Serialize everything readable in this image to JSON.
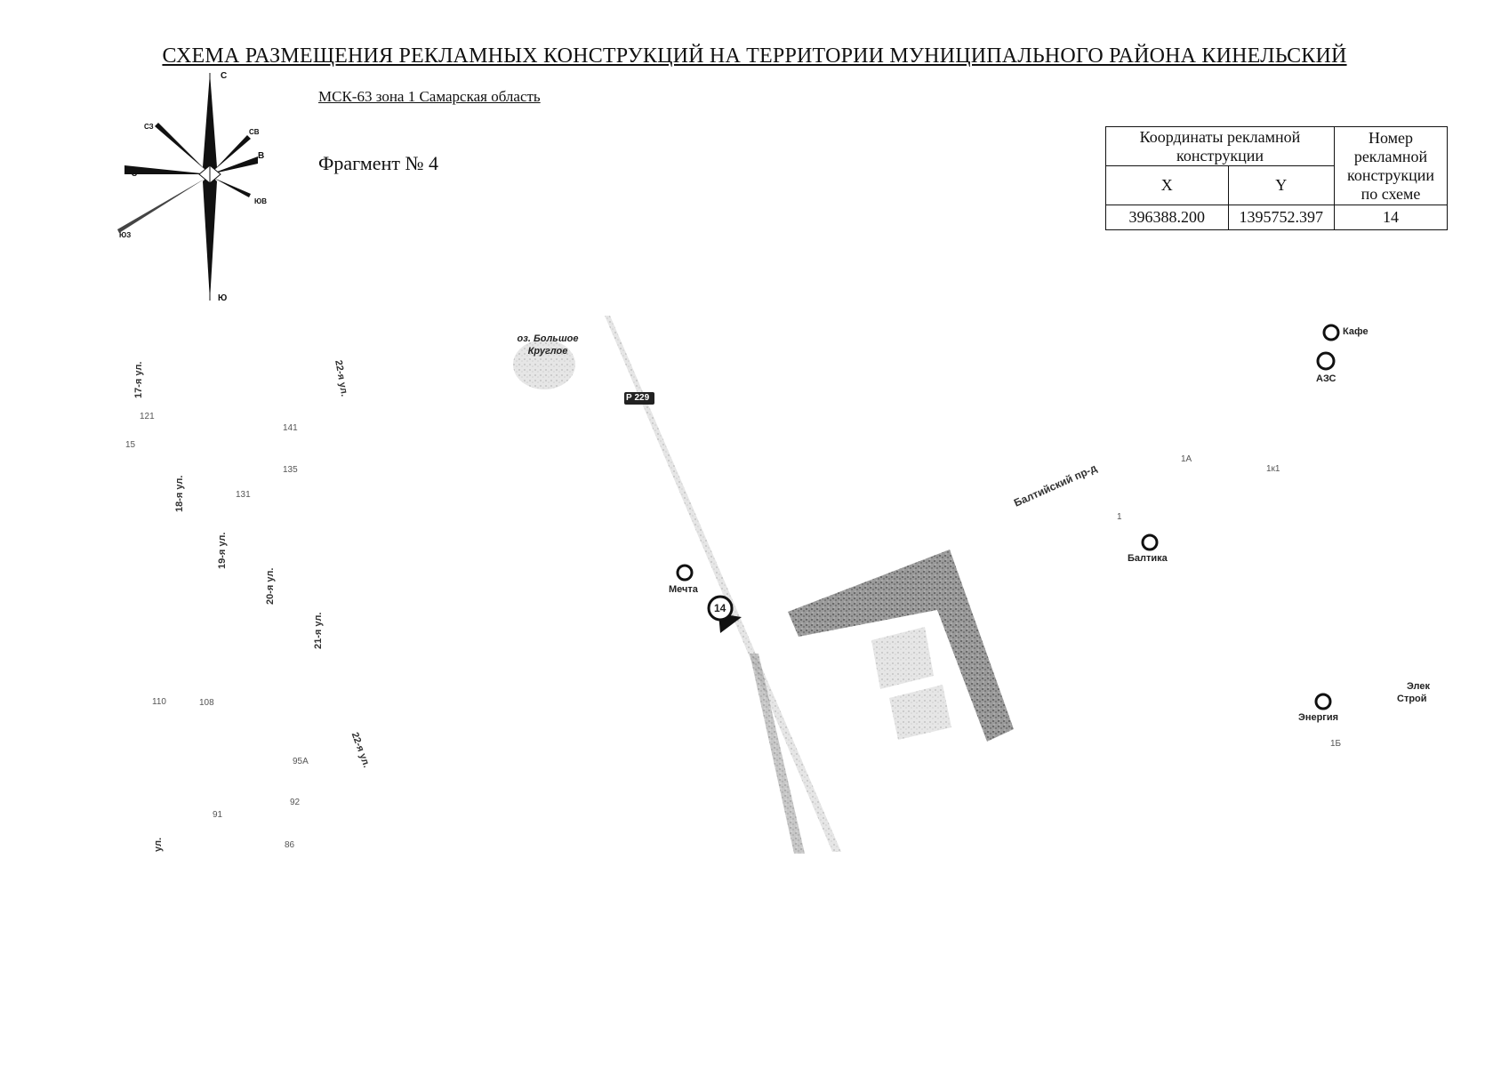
{
  "header": {
    "title": "СХЕМА РАЗМЕЩЕНИЯ РЕКЛАМНЫХ КОНСТРУКЦИЙ НА ТЕРРИТОРИИ МУНИЦИПАЛЬНОГО РАЙОНА КИНЕЛЬСКИЙ",
    "subtitle": "МСК-63 зона 1 Самарская область",
    "fragment": "Фрагмент № 4"
  },
  "compass": {
    "n": "С",
    "s": "Ю",
    "e": "В",
    "w": "З",
    "ne": "СВ",
    "nw": "СЗ",
    "se": "ЮВ",
    "sw": "ЮЗ"
  },
  "table": {
    "col_coords": "Координаты рекламной конструкции",
    "col_number": "Номер рекламной конструкции по схеме",
    "x_header": "X",
    "y_header": "Y",
    "rows": [
      {
        "x": "396388.200",
        "y": "1395752.397",
        "number": "14"
      }
    ]
  },
  "map": {
    "lake": "оз. Большое Круглое",
    "road": "Р 229",
    "marker": "14",
    "pois": {
      "mechta": "Мечта",
      "kafe": "Кафе",
      "azs": "АЗС",
      "baltika": "Балтика",
      "energia": "Энергия",
      "elek1": "Элек",
      "elek2": "Строй"
    },
    "streets": {
      "s17": "17-я ул.",
      "s18": "18-я ул.",
      "s19": "19-я ул.",
      "s20": "20-я ул.",
      "s21": "21-я ул.",
      "s22a": "22-я ул.",
      "s22b": "22-я ул.",
      "ul": "ул.",
      "baltic": "Балтийский пр-д"
    },
    "houses": {
      "h121": "121",
      "h15": "15",
      "h141": "141",
      "h135": "135",
      "h131": "131",
      "h110": "110",
      "h108": "108",
      "h95a": "95А",
      "h92": "92",
      "h91": "91",
      "h86": "86",
      "h1a": "1А",
      "h1k1": "1к1",
      "h1": "1",
      "h1b": "1Б"
    }
  }
}
